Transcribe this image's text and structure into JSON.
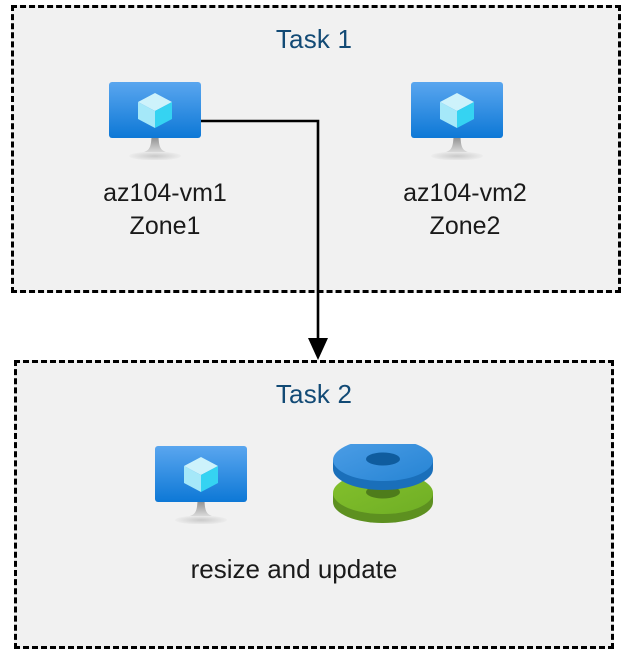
{
  "diagram": {
    "title": "",
    "background_color": "#ffffff",
    "box_fill_color": "#f1f1f1",
    "box_border_color": "#000000",
    "title_color": "#124a75",
    "label_color": "#1a1a1a",
    "connector_color": "#000000"
  },
  "task1": {
    "title": "Task 1",
    "nodes": [
      {
        "icon": "azure-virtual-machine-icon",
        "name": "az104-vm1",
        "zone": "Zone1",
        "label": "az104-vm1\nZone1"
      },
      {
        "icon": "azure-virtual-machine-icon",
        "name": "az104-vm2",
        "zone": "Zone2",
        "label": "az104-vm2\nZone2"
      }
    ]
  },
  "task2": {
    "title": "Task 2",
    "caption": "resize and update",
    "icons": [
      {
        "icon": "azure-virtual-machine-icon"
      },
      {
        "icon": "azure-disks-icon"
      }
    ]
  },
  "connector": {
    "from": "az104-vm1",
    "to": "Task 2",
    "style": "elbow-arrow"
  },
  "colors": {
    "vm_screen_top": "#55a2ec",
    "vm_screen_bottom": "#0f7ad8",
    "vm_stand": "#b3b3b3",
    "cube_top": "#cdf2fb",
    "cube_left": "#9fe6f8",
    "cube_right": "#32d2f2",
    "disk_blue_top": "#3a92dd",
    "disk_blue_side": "#1b72bd",
    "disk_green_top": "#7ab829",
    "disk_green_side": "#5e9021"
  }
}
